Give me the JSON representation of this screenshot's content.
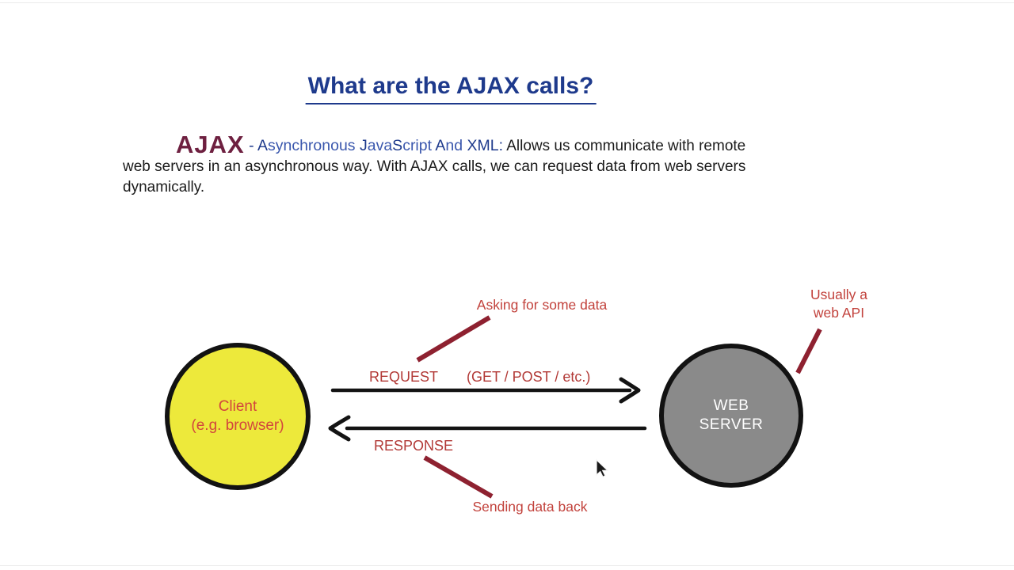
{
  "title": {
    "text": "What are the AJAX calls?"
  },
  "definition": {
    "term": "AJAX",
    "separator": " - ",
    "expansion_segments": [
      {
        "t": "A",
        "tone": "dark"
      },
      {
        "t": "synchronous ",
        "tone": "mid"
      },
      {
        "t": "J",
        "tone": "dark"
      },
      {
        "t": "ava",
        "tone": "mid"
      },
      {
        "t": "S",
        "tone": "dark"
      },
      {
        "t": "cript ",
        "tone": "mid"
      },
      {
        "t": "A",
        "tone": "dark"
      },
      {
        "t": "nd ",
        "tone": "mid"
      },
      {
        "t": "XML:",
        "tone": "dark"
      }
    ],
    "body": " Allows us communicate with remote web servers in an asynchronous way. With AJAX calls, we can request data from web servers dynamically."
  },
  "diagram": {
    "client": {
      "line1": "Client",
      "line2": "(e.g. browser)"
    },
    "server": {
      "line1": "WEB",
      "line2": "SERVER"
    },
    "request": {
      "label": "REQUEST",
      "method_note": "(GET / POST / etc.)",
      "annotation": "Asking for some data"
    },
    "response": {
      "label": "RESPONSE",
      "annotation": "Sending data back"
    },
    "server_annotation": {
      "line1": "Usually a",
      "line2": "web API"
    }
  },
  "palette": {
    "title_navy": "#1e3a8c",
    "ajax_maroon": "#6e2040",
    "expansion_blue_dark": "#1e3a8c",
    "expansion_blue_mid": "#3a57ad",
    "body_text": "#1b1b1b",
    "label_red": "#b23936",
    "annotation_red": "#c2423c",
    "annotation_line_maroon": "#8e2130",
    "arrow_black": "#131313",
    "client_yellow": "#ede93b",
    "client_text_red": "#d2463d",
    "server_gray": "#8a8a8a",
    "server_text": "#ffffff"
  }
}
